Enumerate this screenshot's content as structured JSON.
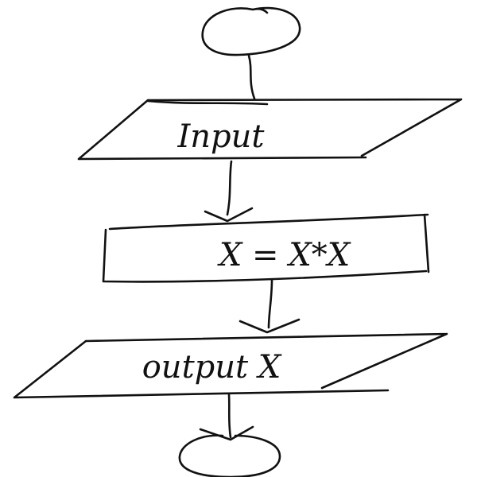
{
  "flowchart": {
    "nodes": [
      {
        "id": "start",
        "shape": "terminal",
        "label": ""
      },
      {
        "id": "input",
        "shape": "parallelogram",
        "label": "Input"
      },
      {
        "id": "process",
        "shape": "rectangle",
        "label": "X = X*X"
      },
      {
        "id": "output",
        "shape": "parallelogram",
        "label": "output X"
      },
      {
        "id": "end",
        "shape": "terminal",
        "label": ""
      }
    ],
    "edges": [
      {
        "from": "start",
        "to": "input",
        "arrowhead": false
      },
      {
        "from": "input",
        "to": "process",
        "arrowhead": true
      },
      {
        "from": "process",
        "to": "output",
        "arrowhead": true
      },
      {
        "from": "output",
        "to": "end",
        "arrowhead": true
      }
    ]
  },
  "style": {
    "ink_color": "#111111",
    "background": "#ffffff"
  }
}
